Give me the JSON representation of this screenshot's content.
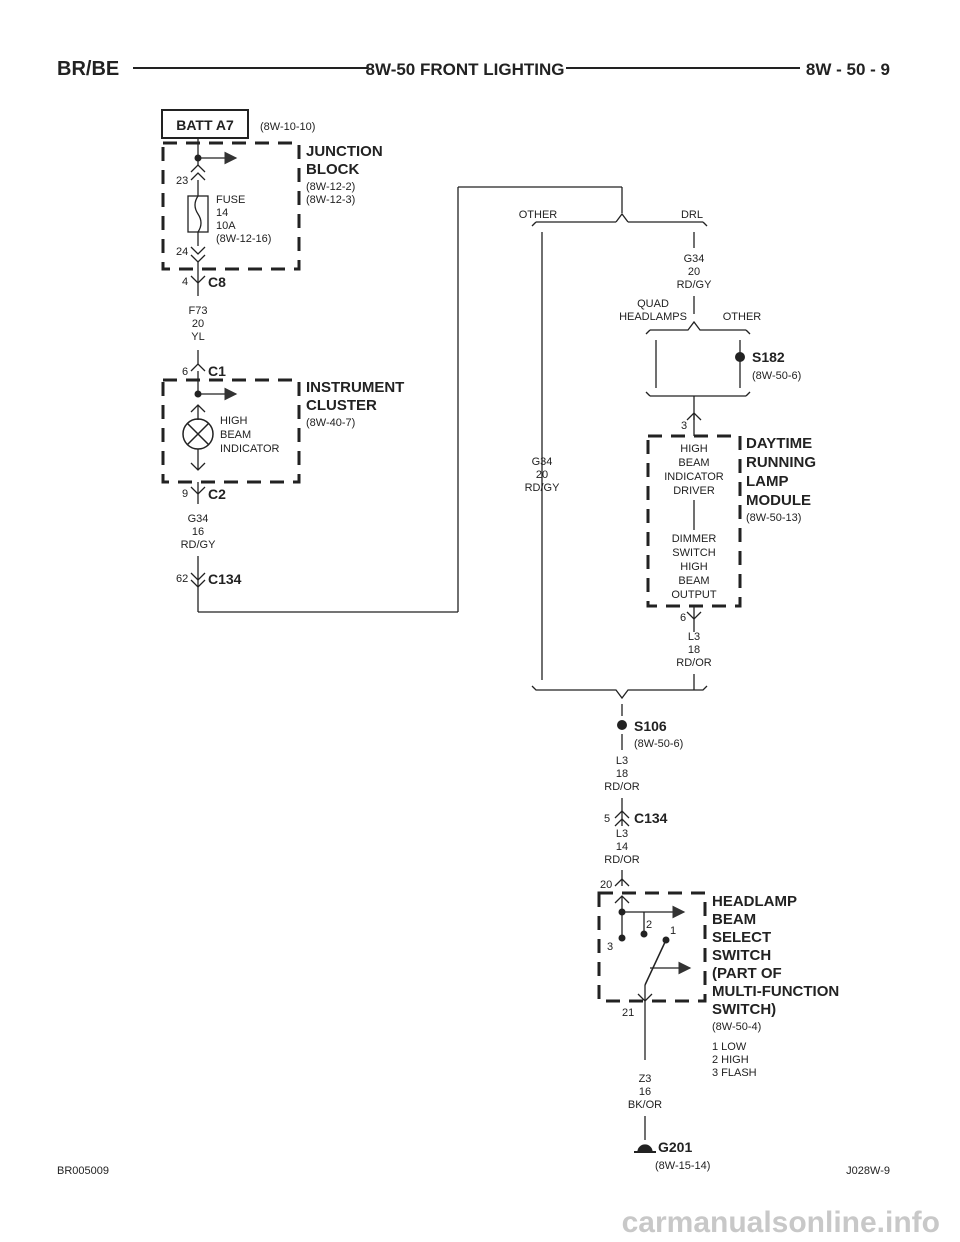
{
  "header": {
    "left": "BR/BE",
    "center": "8W-50 FRONT LIGHTING",
    "right": "8W - 50 - 9"
  },
  "footer": {
    "left": "BR005009",
    "right": "J028W-9"
  },
  "watermark": "carmanualsonline.info",
  "batt": {
    "label": "BATT A7",
    "ref": "(8W-10-10)"
  },
  "junction_block": {
    "title1": "JUNCTION",
    "title2": "BLOCK",
    "ref1": "(8W-12-2)",
    "ref2": "(8W-12-3)",
    "pin_top": "23",
    "pin_bottom": "24",
    "fuse1": "FUSE",
    "fuse2": "14",
    "fuse3": "10A",
    "fuse4": "(8W-12-16)"
  },
  "c8": {
    "pin": "4",
    "label": "C8"
  },
  "wire_f73": {
    "circuit": "F73",
    "gauge": "20",
    "color": "YL"
  },
  "c1": {
    "pin": "6",
    "label": "C1"
  },
  "instrument_cluster": {
    "title1": "INSTRUMENT",
    "title2": "CLUSTER",
    "ref": "(8W-40-7)",
    "ind1": "HIGH",
    "ind2": "BEAM",
    "ind3": "INDICATOR"
  },
  "c2": {
    "pin": "9",
    "label": "C2"
  },
  "wire_g34_16": {
    "circuit": "G34",
    "gauge": "16",
    "color": "RD/GY"
  },
  "c134_top": {
    "pin": "62",
    "label": "C134"
  },
  "other_top": "OTHER",
  "drl": "DRL",
  "wire_g34_20_right": {
    "circuit": "G34",
    "gauge": "20",
    "color": "RD/GY"
  },
  "quad1": "QUAD",
  "quad2": "HEADLAMPS",
  "other_right": "OTHER",
  "s182": {
    "label": "S182",
    "ref": "(8W-50-6)"
  },
  "wire_g34_20_left": {
    "circuit": "G34",
    "gauge": "20",
    "color": "RD/GY"
  },
  "drl_module": {
    "pin_in": "3",
    "title1": "DAYTIME",
    "title2": "RUNNING",
    "title3": "LAMP",
    "title4": "MODULE",
    "ref": "(8W-50-13)",
    "d1": "HIGH",
    "d2": "BEAM",
    "d3": "INDICATOR",
    "d4": "DRIVER",
    "o1": "DIMMER",
    "o2": "SWITCH",
    "o3": "HIGH",
    "o4": "BEAM",
    "o5": "OUTPUT",
    "pin_out": "6"
  },
  "wire_l3_18a": {
    "circuit": "L3",
    "gauge": "18",
    "color": "RD/OR"
  },
  "s106": {
    "label": "S106",
    "ref": "(8W-50-6)"
  },
  "wire_l3_18b": {
    "circuit": "L3",
    "gauge": "18",
    "color": "RD/OR"
  },
  "c134_bottom": {
    "pin": "5",
    "label": "C134"
  },
  "wire_l3_14": {
    "circuit": "L3",
    "gauge": "14",
    "color": "RD/OR"
  },
  "headlamp_switch": {
    "pin_in": "20",
    "pin_out": "21",
    "t1": "HEADLAMP",
    "t2": "BEAM",
    "t3": "SELECT",
    "t4": "SWITCH",
    "t5": "(PART OF",
    "t6": "MULTI-FUNCTION",
    "t7": "SWITCH)",
    "ref": "(8W-50-4)",
    "leg1": "1 LOW",
    "leg2": "2 HIGH",
    "leg3": "3 FLASH",
    "pos1": "1",
    "pos2": "2",
    "pos3": "3"
  },
  "wire_z3": {
    "circuit": "Z3",
    "gauge": "16",
    "color": "BK/OR"
  },
  "g201": {
    "label": "G201",
    "ref": "(8W-15-14)"
  }
}
